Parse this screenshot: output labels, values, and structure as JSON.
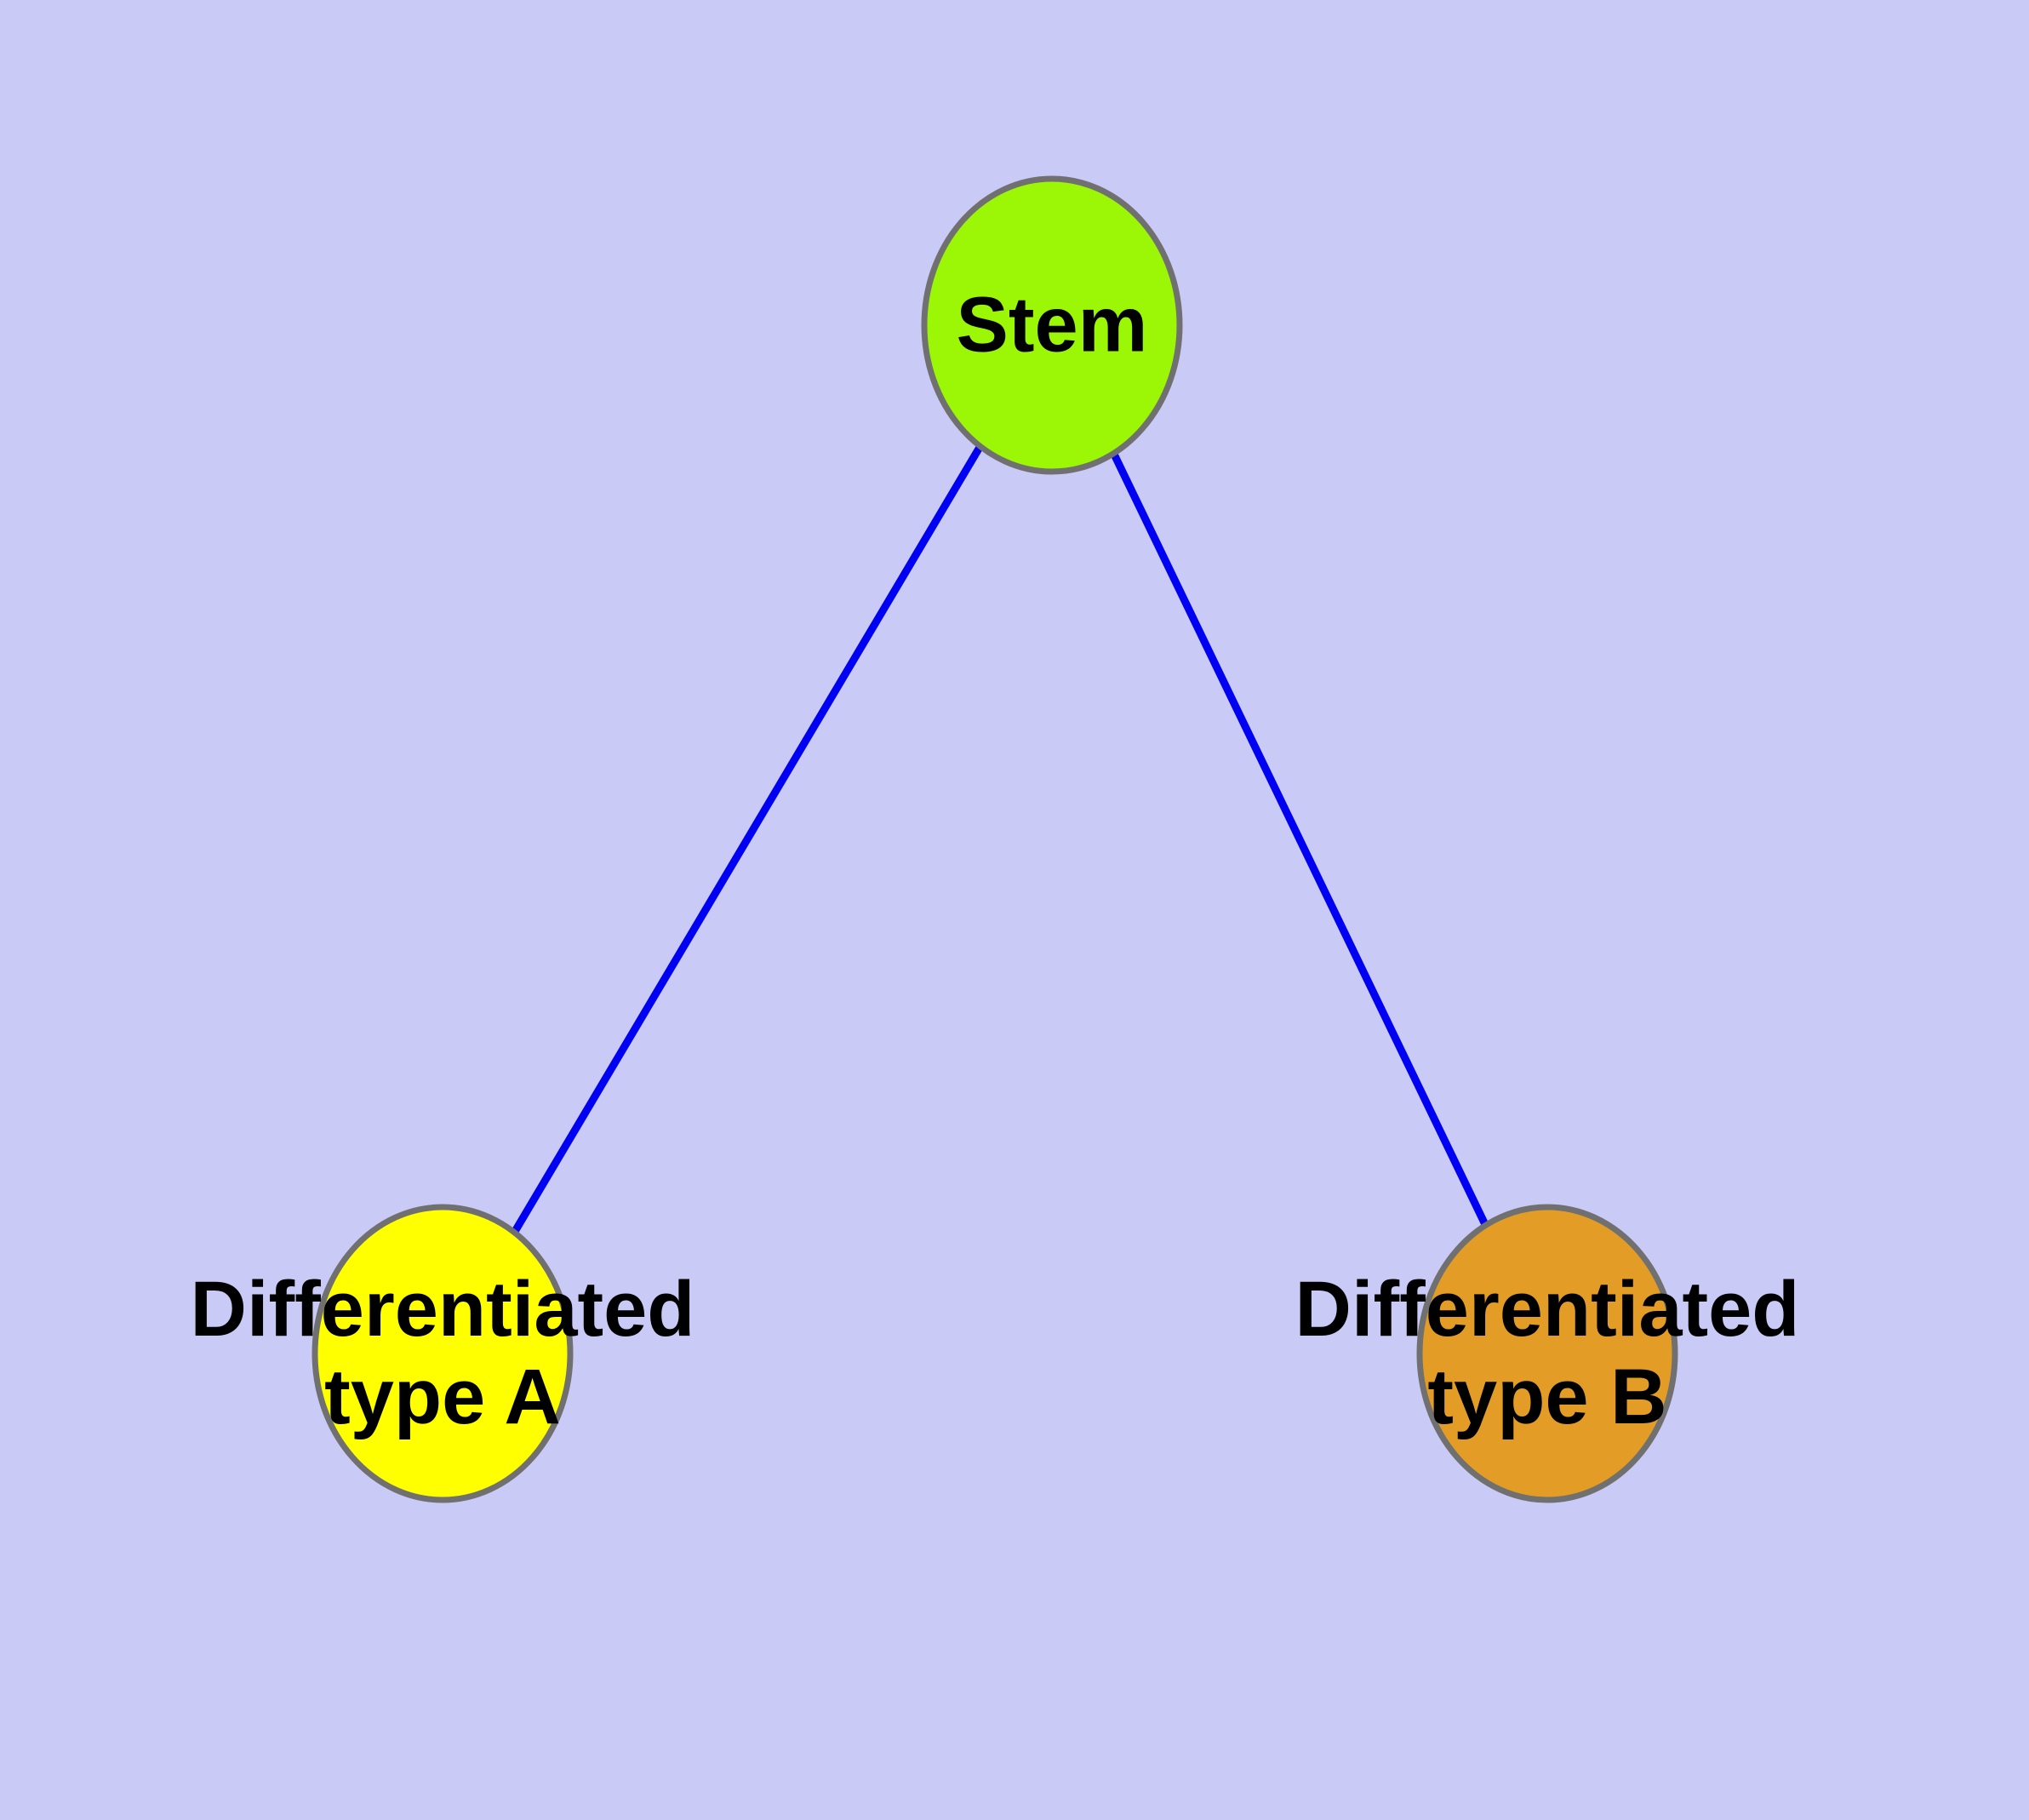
{
  "diagram": {
    "type": "graph",
    "nodes": [
      {
        "id": "stem",
        "label": "Stem",
        "fill": "#9bf705"
      },
      {
        "id": "typeA",
        "label_line1": "Differentiated",
        "label_line2": "type A",
        "fill": "#ffff00"
      },
      {
        "id": "typeB",
        "label_line1": "Differentiated",
        "label_line2": "type B",
        "fill": "#e39d26"
      }
    ],
    "edges": [
      {
        "from": "Stem",
        "to": "Differentiated type A"
      },
      {
        "from": "Stem",
        "to": "Differentiated type B"
      }
    ]
  },
  "colors": {
    "background": "#cacaf7",
    "node_border": "#707070",
    "edge": "#0000f2",
    "label": "#000000"
  }
}
